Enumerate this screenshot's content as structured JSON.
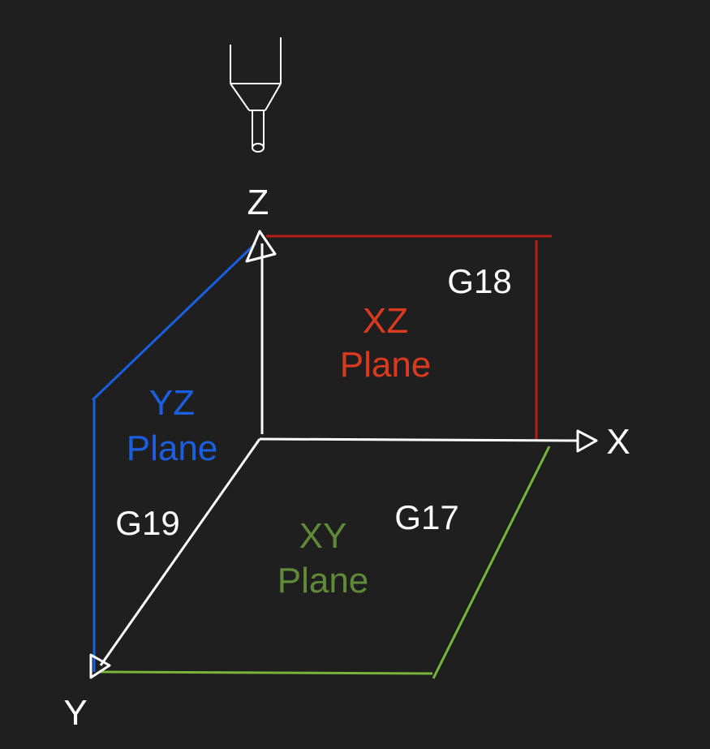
{
  "colors": {
    "background": "#1f1f20",
    "axis": "#ffffff",
    "xz_plane": "#dc3a1e",
    "yz_plane": "#1a5fe0",
    "xy_plane": "#5f8a37",
    "xy_plane_border": "#78b43c",
    "xz_plane_border": "#b01e14",
    "text": "#ffffff"
  },
  "axes": {
    "x": "X",
    "y": "Y",
    "z": "Z"
  },
  "gcodes": {
    "xz": "G18",
    "yz": "G19",
    "xy": "G17"
  },
  "planes": {
    "xz": {
      "line1": "XZ",
      "line2": "Plane"
    },
    "yz": {
      "line1": "YZ",
      "line2": "Plane"
    },
    "xy": {
      "line1": "XY",
      "line2": "Plane"
    }
  },
  "icons": {
    "tool": "spindle-tool-icon"
  }
}
